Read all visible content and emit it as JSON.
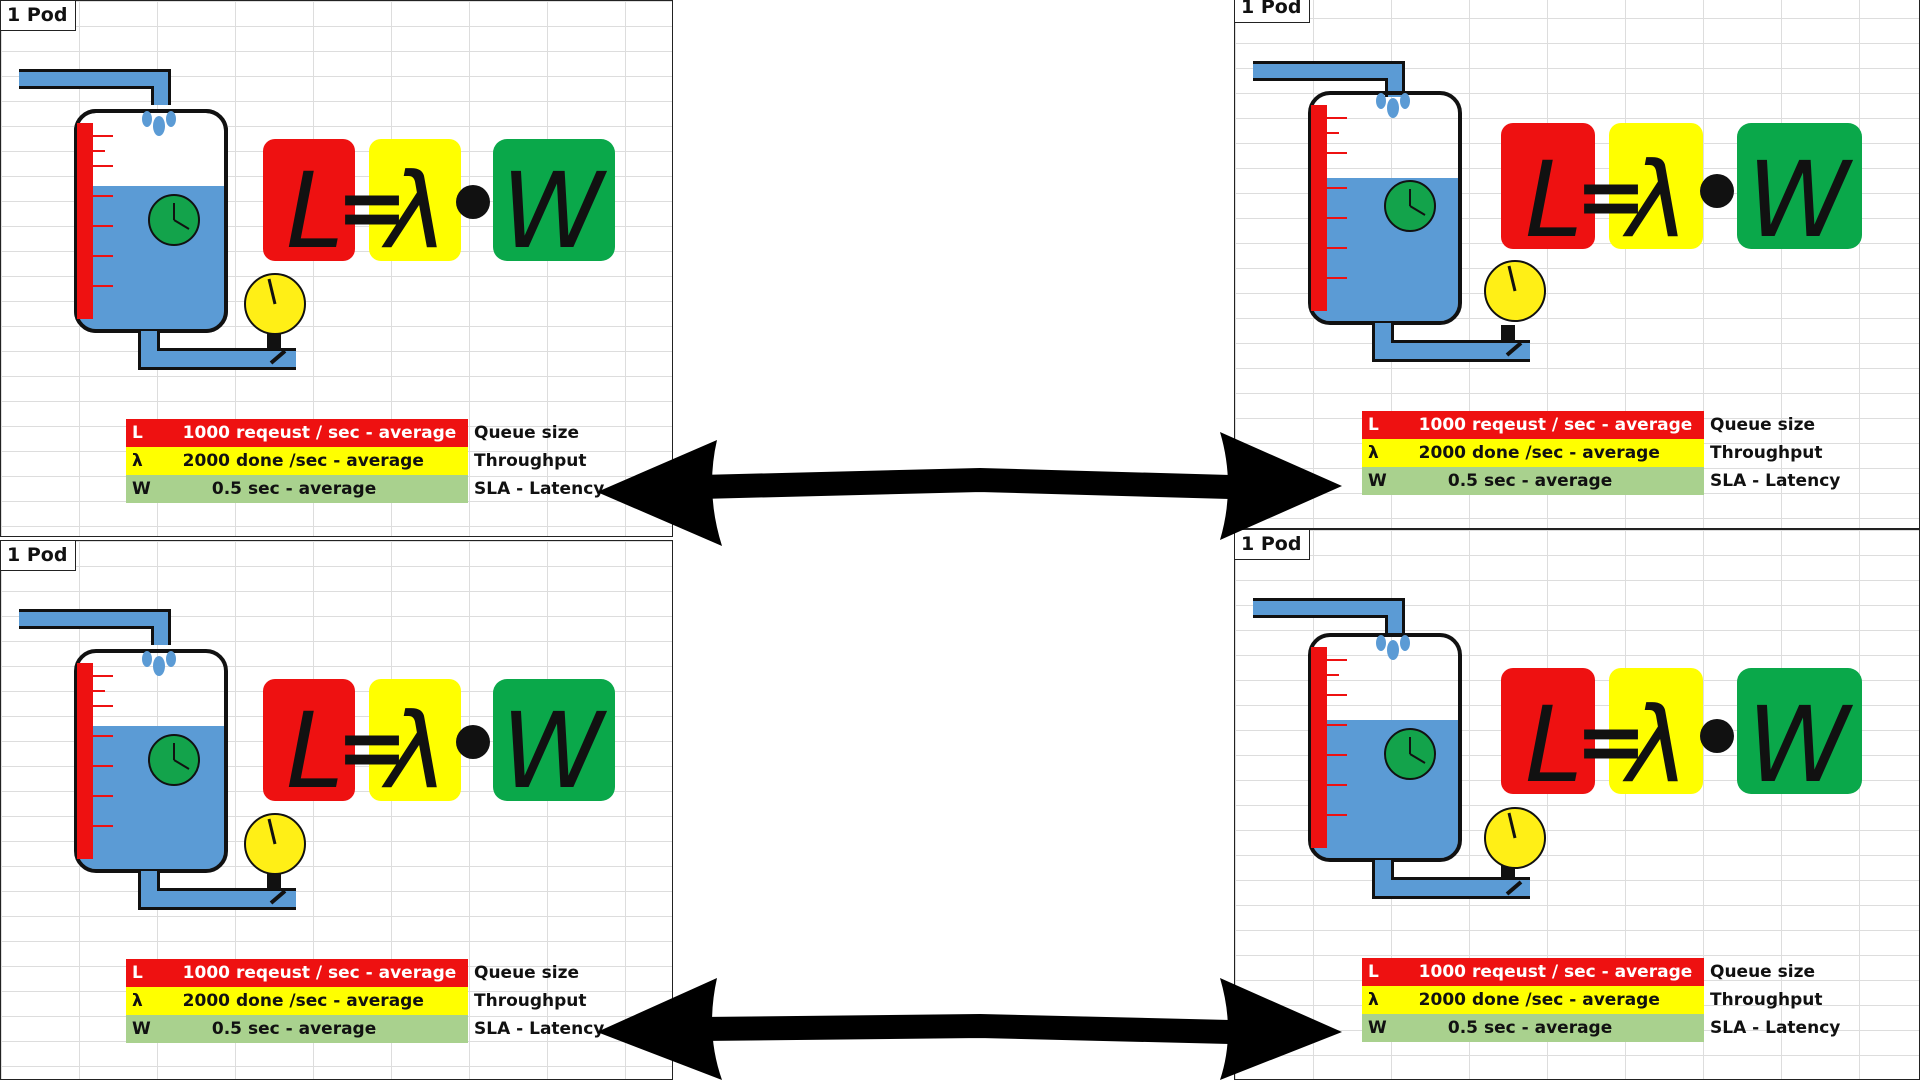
{
  "pods": [
    {
      "label": "1 Pod",
      "formula": {
        "L": "L",
        "eq": "=",
        "lambda": "λ",
        "W": "W"
      },
      "metrics": [
        {
          "symbol": "L",
          "value": "1000",
          "unit": "reqeust / sec - average",
          "name": "Queue size"
        },
        {
          "symbol": "λ",
          "value": "2000",
          "unit": "done /sec - average",
          "name": "Throughput"
        },
        {
          "symbol": "W",
          "value": "0.5",
          "unit": "sec  - average",
          "name": "SLA - Latency"
        }
      ]
    },
    {
      "label": "1 Pod",
      "formula": {
        "L": "L",
        "eq": "=",
        "lambda": "λ",
        "W": "W"
      },
      "metrics": [
        {
          "symbol": "L",
          "value": "1000",
          "unit": "reqeust / sec - average",
          "name": "Queue size"
        },
        {
          "symbol": "λ",
          "value": "2000",
          "unit": "done /sec - average",
          "name": "Throughput"
        },
        {
          "symbol": "W",
          "value": "0.5",
          "unit": "sec  - average",
          "name": "SLA - Latency"
        }
      ]
    },
    {
      "label": "1 Pod",
      "formula": {
        "L": "L",
        "eq": "=",
        "lambda": "λ",
        "W": "W"
      },
      "metrics": [
        {
          "symbol": "L",
          "value": "1000",
          "unit": "reqeust / sec - average",
          "name": "Queue size"
        },
        {
          "symbol": "λ",
          "value": "2000",
          "unit": "done /sec - average",
          "name": "Throughput"
        },
        {
          "symbol": "W",
          "value": "0.5",
          "unit": "sec  - average",
          "name": "SLA - Latency"
        }
      ]
    },
    {
      "label": "1 Pod",
      "formula": {
        "L": "L",
        "eq": "=",
        "lambda": "λ",
        "W": "W"
      },
      "metrics": [
        {
          "symbol": "L",
          "value": "1000",
          "unit": "reqeust / sec - average",
          "name": "Queue size"
        },
        {
          "symbol": "λ",
          "value": "2000",
          "unit": "done /sec - average",
          "name": "Throughput"
        },
        {
          "symbol": "W",
          "value": "0.5",
          "unit": "sec  - average",
          "name": "SLA - Latency"
        }
      ]
    }
  ],
  "colors": {
    "L": "#ee1111",
    "lambda": "#ffff00",
    "W": "#0aa84a",
    "water": "#5b9bd5",
    "clock": "#13a34b",
    "gauge": "#ffef16",
    "W_row": "#a9d18e"
  },
  "icons": [
    "water-tank-icon",
    "water-drop-icon",
    "clock-icon",
    "pressure-gauge-icon",
    "valve-icon",
    "double-arrow-icon"
  ]
}
